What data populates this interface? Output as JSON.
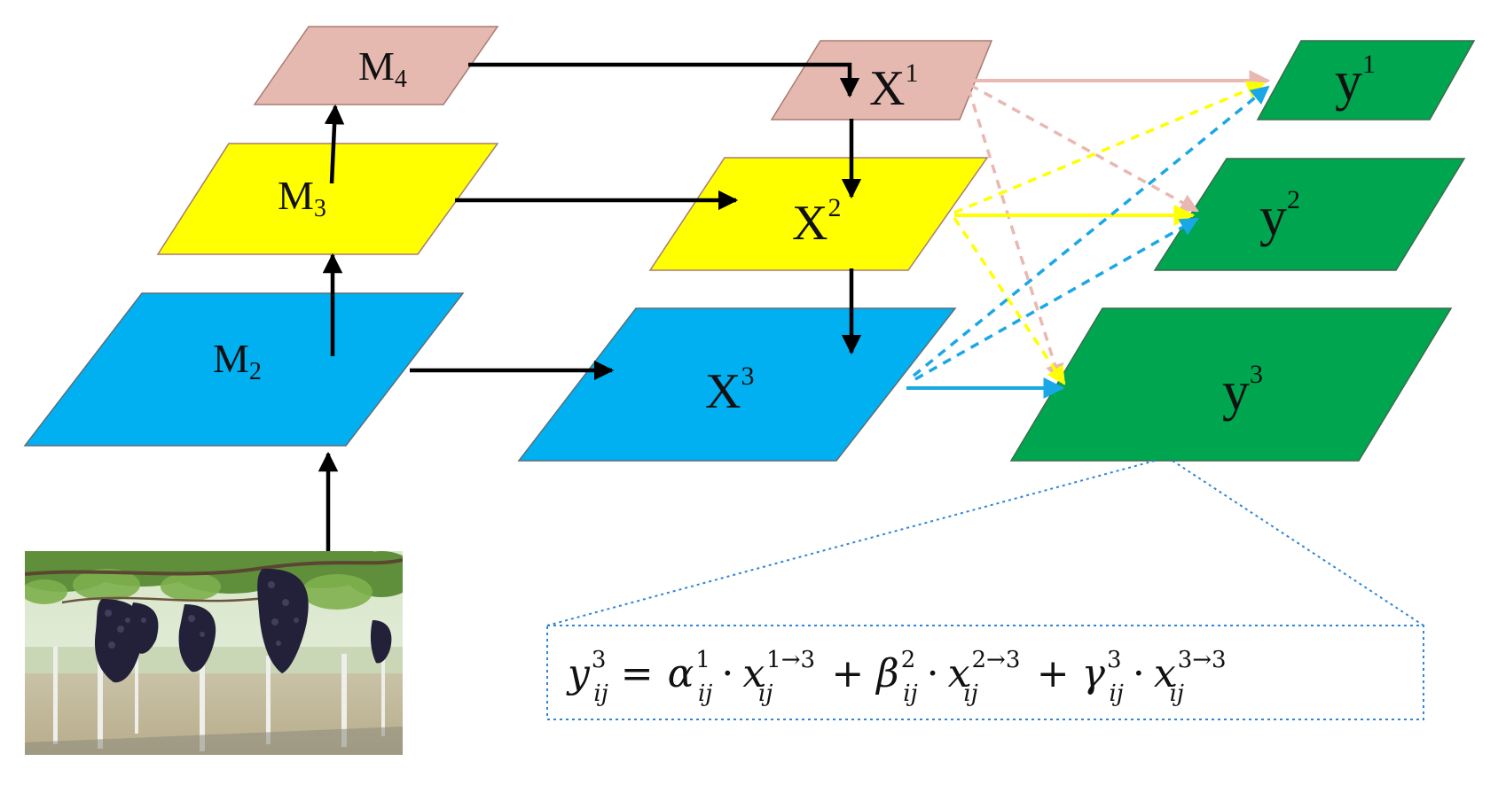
{
  "colors": {
    "m4": "#e6b9b0",
    "m3": "#ffff00",
    "m2": "#00b0f0",
    "y": "#00a550",
    "black": "#000000",
    "pink_arrow": "#e9b8b2",
    "yellow_arrow": "#ffff00",
    "blue_arrow": "#1aa7e6",
    "dotted_border": "#2e86d6"
  },
  "nodes": {
    "m4": {
      "base": "M",
      "sub": "4"
    },
    "m3": {
      "base": "M",
      "sub": "3"
    },
    "m2": {
      "base": "M",
      "sub": "2"
    },
    "x1": {
      "base": "X",
      "sup": "1"
    },
    "x2": {
      "base": "X",
      "sup": "2"
    },
    "x3": {
      "base": "X",
      "sup": "3"
    },
    "y1": {
      "base": "y",
      "sup": "1"
    },
    "y2": {
      "base": "y",
      "sup": "2"
    },
    "y3": {
      "base": "y",
      "sup": "3"
    }
  },
  "formula": {
    "lhs": {
      "base": "y",
      "sup": "3",
      "sub": "ij"
    },
    "equals": "=",
    "dot": "·",
    "plus": "+",
    "terms": [
      {
        "coef": "α",
        "coef_sup": "1",
        "coef_sub": "ij",
        "var": "x",
        "var_sup": "1→3",
        "var_sub": "ij"
      },
      {
        "coef": "β",
        "coef_sup": "2",
        "coef_sub": "ij",
        "var": "x",
        "var_sup": "2→3",
        "var_sub": "ij"
      },
      {
        "coef": "γ",
        "coef_sup": "3",
        "coef_sub": "ij",
        "var": "x",
        "var_sup": "3→3",
        "var_sub": "ij"
      }
    ]
  },
  "photo": {
    "icon": "grape-vineyard-photo"
  }
}
